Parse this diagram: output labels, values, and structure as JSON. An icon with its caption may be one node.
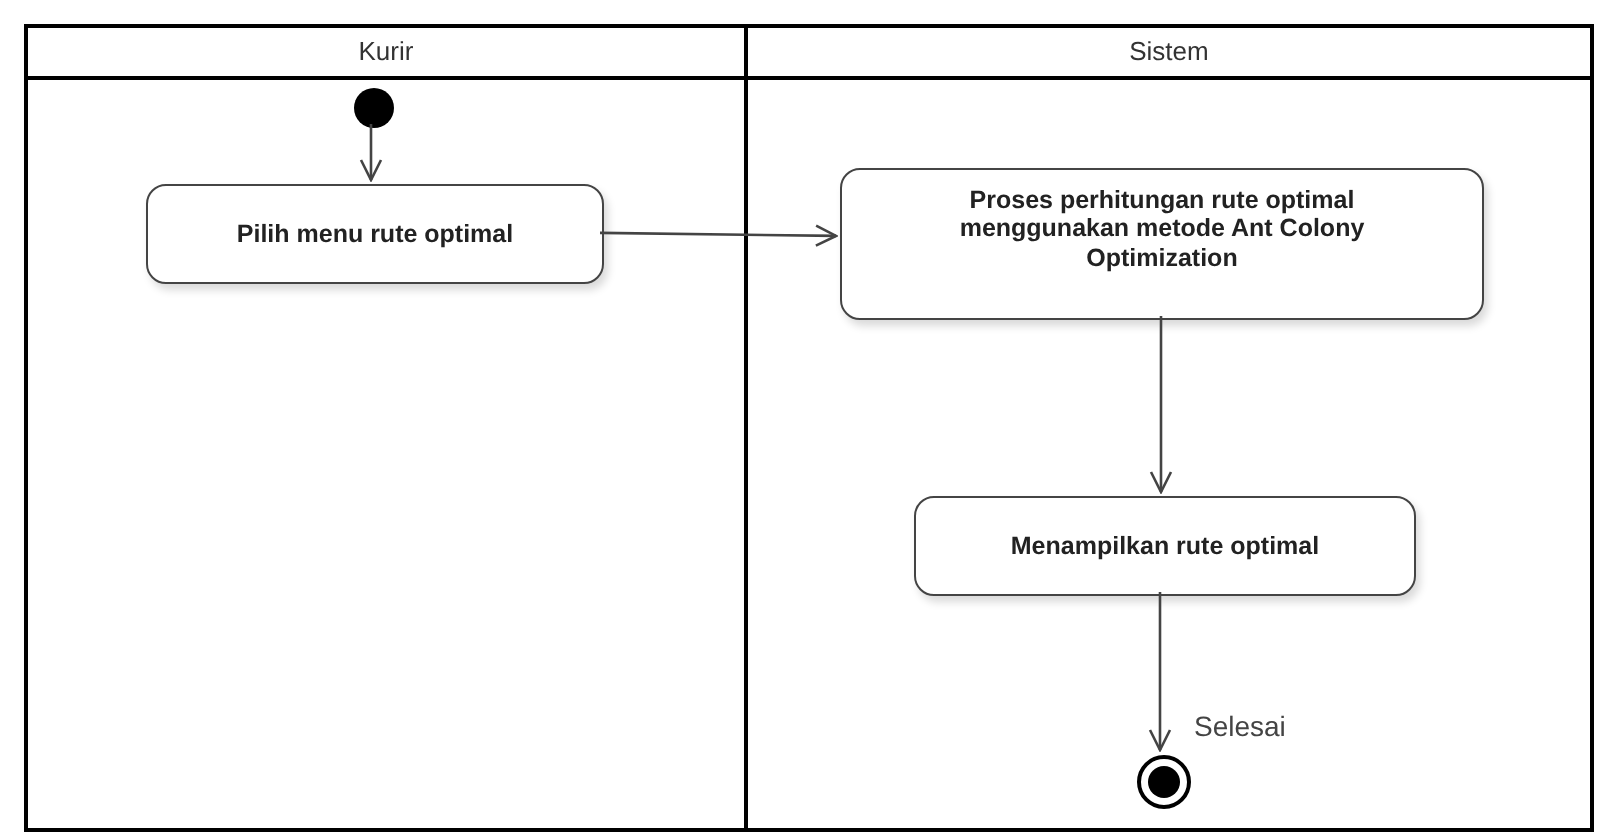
{
  "diagram": {
    "nodes": [
      {
        "text": [
          "Kurir"
        ]
      },
      {
        "text": [
          "Sistem"
        ]
      },
      {
        "text": [],
        "shape": "circle",
        "in": 0
      },
      {
        "text": [
          "Pilih menu rute optimal"
        ],
        "in": 0
      },
      {
        "text": [
          "Proses perhitungan rute optimal menggunakan metode Ant Colony Optimization"
        ],
        "in": 1
      },
      {
        "text": [
          "Menampilkan rute optimal"
        ],
        "in": 1
      },
      {
        "text": [],
        "shape": "circle",
        "in": 1,
        "beside": [
          "Selesai"
        ]
      }
    ],
    "edges": [
      {
        "from": 2,
        "to": 3,
        "arrow": "to"
      },
      {
        "from": 3,
        "to": 4,
        "arrow": "to"
      },
      {
        "from": 4,
        "to": 5,
        "arrow": "to"
      },
      {
        "from": 5,
        "to": 6,
        "arrow": "to"
      }
    ]
  }
}
